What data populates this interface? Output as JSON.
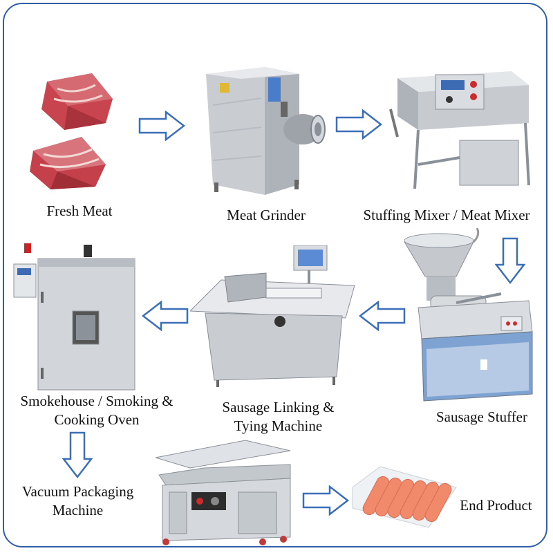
{
  "colors": {
    "frame": "#2f5fa8",
    "arrow_stroke": "#3a6fb8",
    "steel_light": "#e3e6ea",
    "steel_mid": "#b9bec5",
    "steel_dark": "#7d848d",
    "meat": "#c8454f",
    "sausage": "#f08a6a"
  },
  "steps": [
    {
      "id": "fresh-meat",
      "label": "Fresh Meat"
    },
    {
      "id": "meat-grinder",
      "label": "Meat Grinder"
    },
    {
      "id": "stuffing-mixer",
      "label": "Stuffing Mixer / Meat Mixer"
    },
    {
      "id": "sausage-stuffer",
      "label": "Sausage Stuffer"
    },
    {
      "id": "linking-machine",
      "line1": "Sausage Linking &",
      "line2": "Tying Machine"
    },
    {
      "id": "smokehouse",
      "line1": "Smokehouse / Smoking &",
      "line2": "Cooking Oven"
    },
    {
      "id": "vacuum-packaging",
      "line1": "Vacuum Packaging",
      "line2": "Machine"
    },
    {
      "id": "end-product",
      "label": "End Product"
    }
  ],
  "arrows": [
    {
      "from": "fresh-meat",
      "to": "meat-grinder",
      "direction": "right"
    },
    {
      "from": "meat-grinder",
      "to": "stuffing-mixer",
      "direction": "right"
    },
    {
      "from": "stuffing-mixer",
      "to": "sausage-stuffer",
      "direction": "down"
    },
    {
      "from": "sausage-stuffer",
      "to": "linking-machine",
      "direction": "left"
    },
    {
      "from": "linking-machine",
      "to": "smokehouse",
      "direction": "left"
    },
    {
      "from": "smokehouse",
      "to": "vacuum-packaging",
      "direction": "down"
    },
    {
      "from": "vacuum-packaging",
      "to": "end-product",
      "direction": "right"
    }
  ]
}
